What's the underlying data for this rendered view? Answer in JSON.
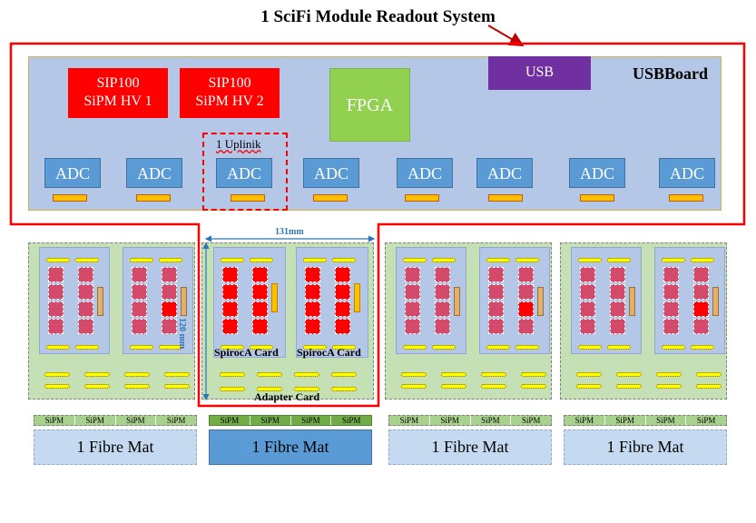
{
  "title": "1 SciFi Module Readout System",
  "usbboard": {
    "label": "USBBoard",
    "sip_1": [
      "SIP100",
      "SiPM HV 1"
    ],
    "sip_2": [
      "SIP100",
      "SiPM HV 2"
    ],
    "fpga": "FPGA",
    "usb": "USB",
    "adc_label": "ADC",
    "uplink_label": "1 Uplinik"
  },
  "front_end": {
    "width_label": "131mm",
    "height_label": "120 mm",
    "card_label": "SpirocA Card",
    "adapter_label": "Adapter Card"
  },
  "sipm_label": "SiPM",
  "fibre_mat_label": "1 Fibre Mat",
  "colors": {
    "outline_red": "#ff0000",
    "board_blue": "#b4c7e7",
    "adc_blue": "#5b9bd5",
    "fpga_green": "#92d050",
    "usb_purple": "#7030a0",
    "connector_orange": "#ffc000",
    "fe_green": "#c5e0b4"
  }
}
